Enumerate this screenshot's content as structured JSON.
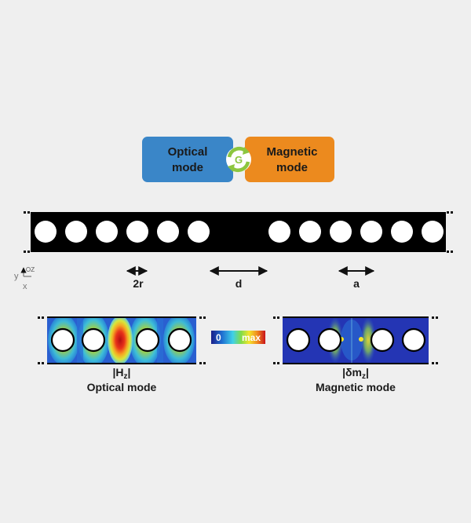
{
  "coupling": {
    "optical_box": {
      "line1": "Optical",
      "line2": "mode",
      "color": "#3a86c8"
    },
    "magnetic_box": {
      "line1": "Magnetic",
      "line2": "mode",
      "color": "#ec8a1e"
    },
    "coupling_symbol": "G",
    "cycle_icon_color": "#8cc63f"
  },
  "waveguide": {
    "left_holes": 6,
    "right_holes": 6,
    "color": "#000000"
  },
  "axes": {
    "y": "y",
    "z": "z",
    "x": "x"
  },
  "dimensions": {
    "hole_diameter": "2r",
    "defect_spacing": "d",
    "lattice_constant": "a"
  },
  "colorbar": {
    "min": "0",
    "max": "max"
  },
  "optical_panel": {
    "quantity": "|Hz|",
    "quantity_base": "|H",
    "quantity_sub": "z",
    "quantity_end": "|",
    "caption": "Optical mode"
  },
  "magnetic_panel": {
    "quantity": "|δmz|",
    "quantity_base": "|δm",
    "quantity_sub": "z",
    "quantity_end": "|",
    "caption": "Magnetic mode"
  }
}
